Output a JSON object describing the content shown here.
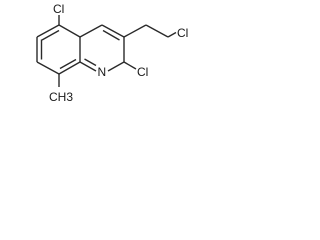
{
  "molecule": {
    "atom_labels": {
      "cl_top": "Cl",
      "cl_right": "Cl",
      "cl_bottom": "Cl",
      "nitrogen": "N",
      "methyl": "CH3"
    }
  }
}
